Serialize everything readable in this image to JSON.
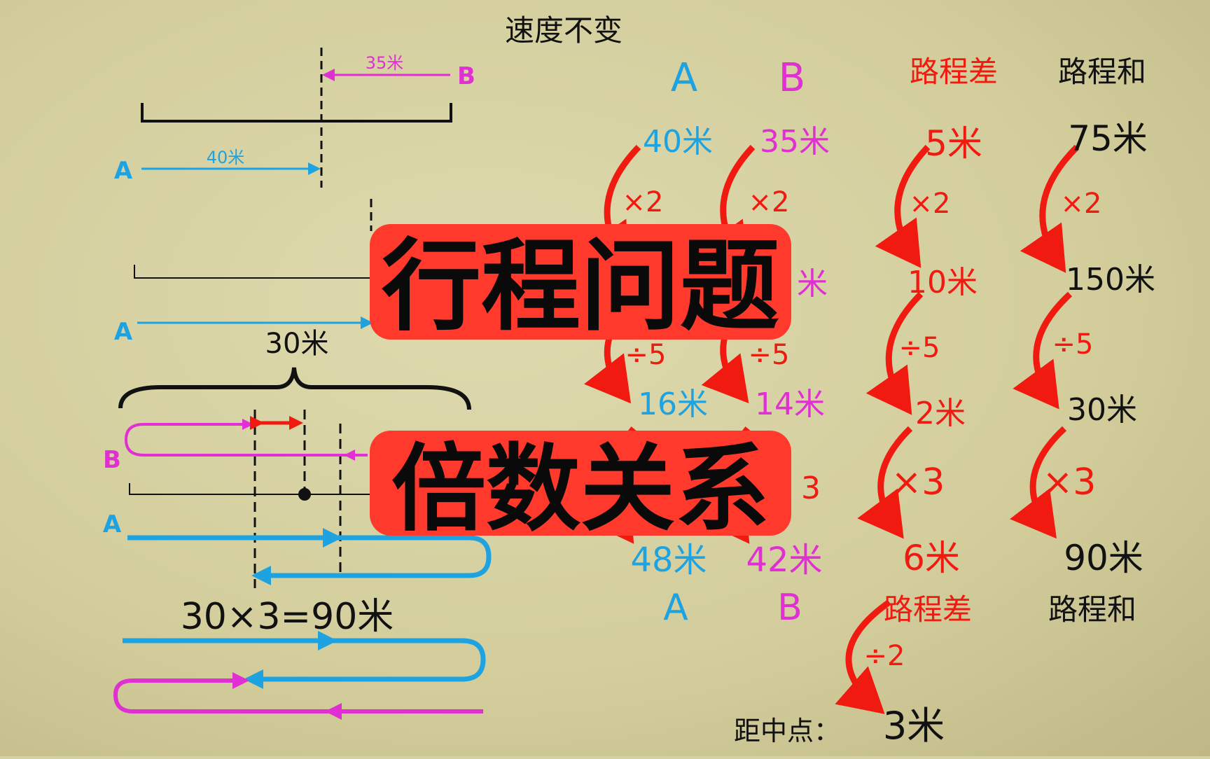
{
  "heading": "速度不变",
  "colors": {
    "a": "#1ea3e0",
    "b": "#e02fd2",
    "diff": "#f01a10",
    "sum": "#111111",
    "paper": "#d6d1a2",
    "title_bg": "#ff3a2c"
  },
  "table": {
    "headers": {
      "a": "A",
      "b": "B",
      "diff": "路程差",
      "sum": "路程和"
    },
    "a": {
      "r1": "40米",
      "r3": "16米",
      "r4": "48米",
      "op1": "×2",
      "op2": "÷5"
    },
    "b": {
      "r1": "35米",
      "r2": "米",
      "r3": "14米",
      "r4": "42米",
      "op1": "×2",
      "op2": "÷5",
      "op3": "3"
    },
    "diff": {
      "r1": "5米",
      "r2": "10米",
      "r3": "2米",
      "r4": "6米",
      "op1": "×2",
      "op2": "÷5",
      "op3": "×3"
    },
    "sum": {
      "r1": "75米",
      "r2": "150米",
      "r3": "30米",
      "r4": "90米",
      "op1": "×2",
      "op2": "÷5",
      "op3": "×3"
    }
  },
  "bottom": {
    "a": "A",
    "b": "B",
    "diff": "路程差",
    "sum": "路程和",
    "op": "÷2",
    "midpoint_label": "距中点：",
    "midpoint_value": "3米"
  },
  "diagram": {
    "b_label": "B",
    "a_label": "A",
    "b_dist": "35米",
    "a_dist": "40米",
    "a_label2": "A",
    "dist_30": "30米",
    "b_label3": "B",
    "a_label3": "A",
    "equation": "30×3=90米"
  },
  "title": {
    "line1": "行程问题",
    "line2": "倍数关系"
  }
}
